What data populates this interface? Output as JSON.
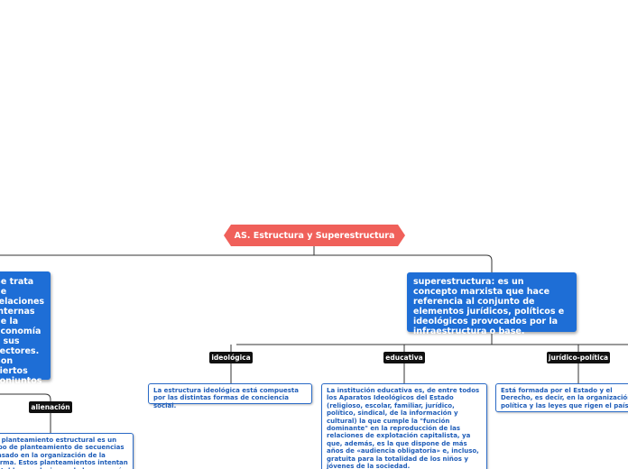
{
  "root": {
    "title": "AS. Estructura y Superestructura"
  },
  "infraestructura": {
    "text": "Se trata de relaciones internas de la economía y sus sectores. Son ciertos conjuntos de relación con los sectores de la economía: primario, secundario y terciario."
  },
  "superestructura": {
    "text": "superestructura: es un concepto marxista que hace referencia al conjunto de elementos jurídicos, políticos e ideológicos provocados por la infraestructura o base."
  },
  "branches": {
    "ideologica": {
      "label": "ideológica",
      "text": "La estructura ideológica está compuesta por las distintas formas de conciencia social."
    },
    "educativa": {
      "label": "educativa",
      "text": "La institución educativa es, de entre todos los Aparatos Ideológicos del Estado (religioso, escolar, familiar, jurídico, político, sindical, de la información y cultural) la que cumple la \"función dominante\" en la reproducción de las relaciones de explotación capitalista, ya que, además, es la que dispone de más años de «audiencia obligatoria» e, incluso, gratuita para la totalidad de los niños y jóvenes de la sociedad."
    },
    "juridica": {
      "label": "jurídico-política",
      "text": "Está formada por el Estado y el Derecho, es decir, en la organización política y las leyes que rigen el país"
    },
    "alienacion": {
      "label": "alienación",
      "text": "El planteamiento estructural es un tipo de planteamiento de secuencias basado en la organización de la forma. Estos planteamientos intentan establecer relaciones de la economía."
    }
  },
  "colors": {
    "root": "#f0605a",
    "main_node": "#1e6ed6",
    "label": "#111111",
    "leaf_text": "#1f5db8",
    "connector": "#333333"
  }
}
